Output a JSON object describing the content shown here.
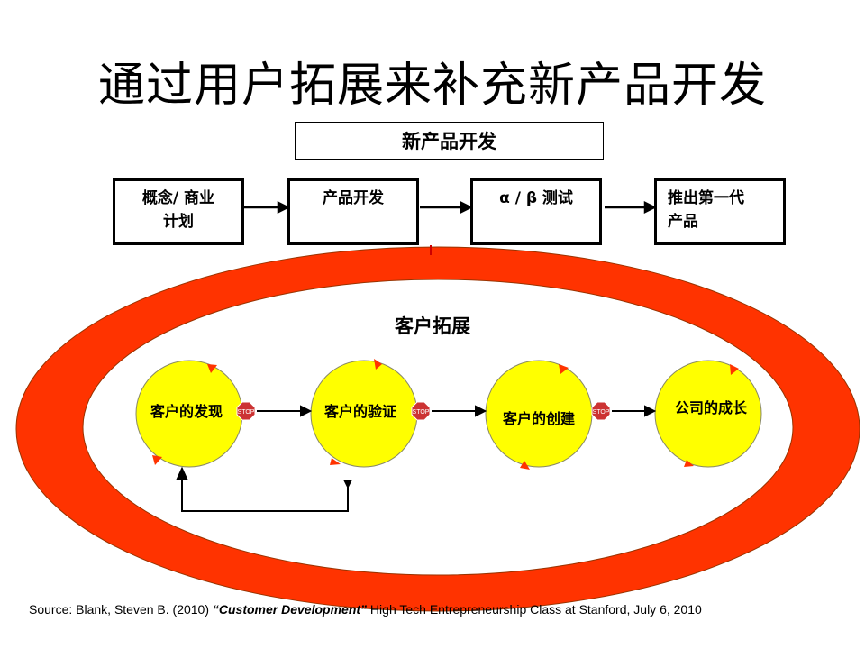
{
  "title": "通过用户拓展来补充新产品开发",
  "npd": {
    "header": "新产品开发",
    "stages": [
      {
        "line1": "概念/ 商业",
        "line2": "计划"
      },
      {
        "line1": "产品开发",
        "line2": ""
      },
      {
        "line1": "α / β 测试",
        "line2": ""
      },
      {
        "line1": "推出第一代",
        "line2": "产品"
      }
    ]
  },
  "customer_development": {
    "title": "客户拓展",
    "steps": [
      "客户的发现",
      "客户的验证",
      "客户的创建",
      "公司的成长"
    ],
    "stop_sign_text": "STOP"
  },
  "colors": {
    "ring": "#ff3300",
    "circle_fill": "#ffff00",
    "stop_sign": "#cc3333",
    "arrow_head": "#ff3300"
  },
  "source": {
    "prefix": "Source: Blank, Steven B. (2010) ",
    "emphasis": "“Customer Development”",
    "suffix": " High Tech Entrepreneurship Class at Stanford, July 6, 2010"
  }
}
